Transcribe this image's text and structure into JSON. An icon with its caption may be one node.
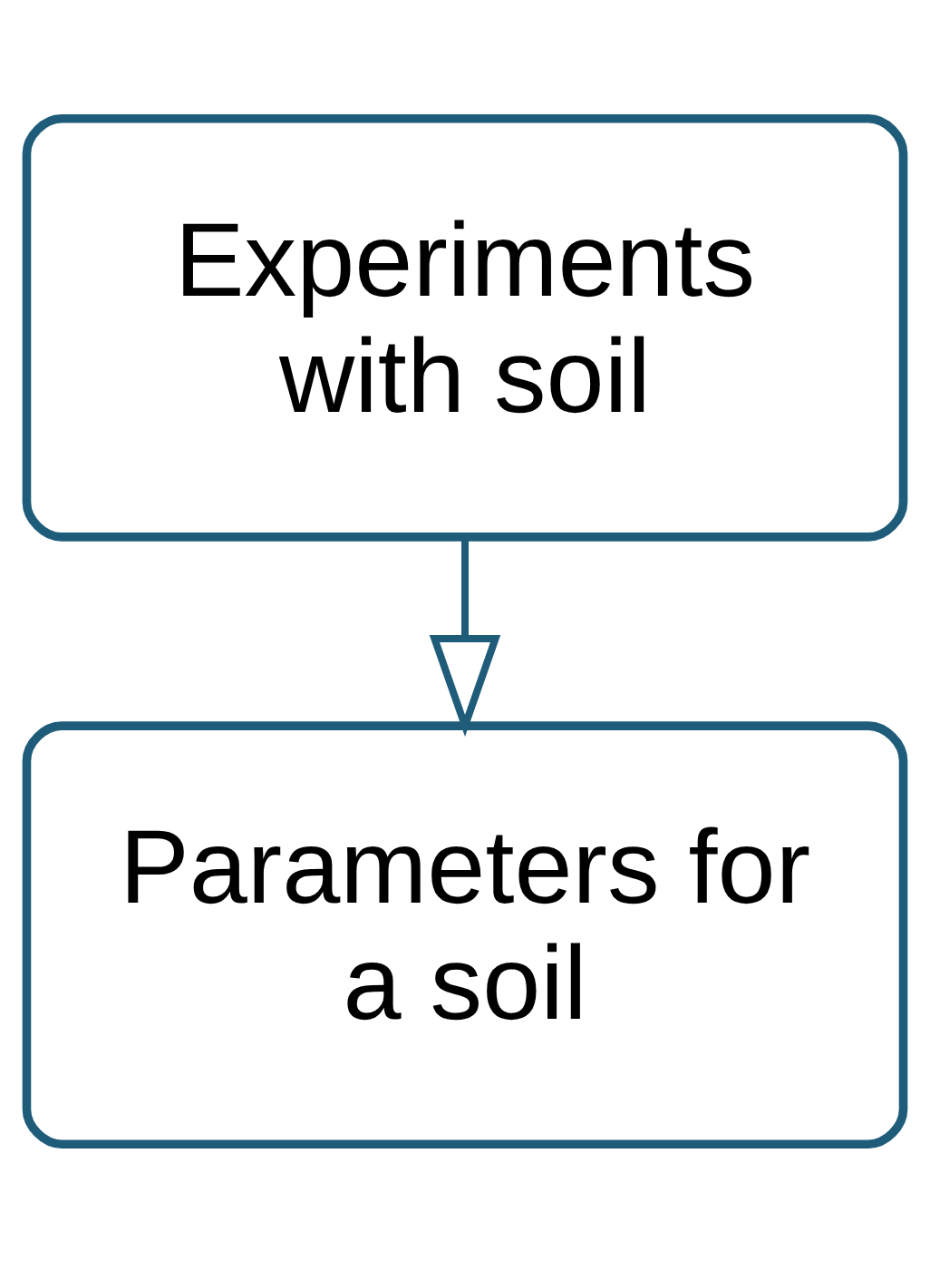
{
  "diagram": {
    "nodes": [
      {
        "text": [
          "Experiments with soil"
        ]
      },
      {
        "text": [
          "Parameters for a soil"
        ]
      }
    ],
    "edges": [
      {
        "from": 0,
        "to": 1,
        "arrow": "to"
      }
    ]
  }
}
